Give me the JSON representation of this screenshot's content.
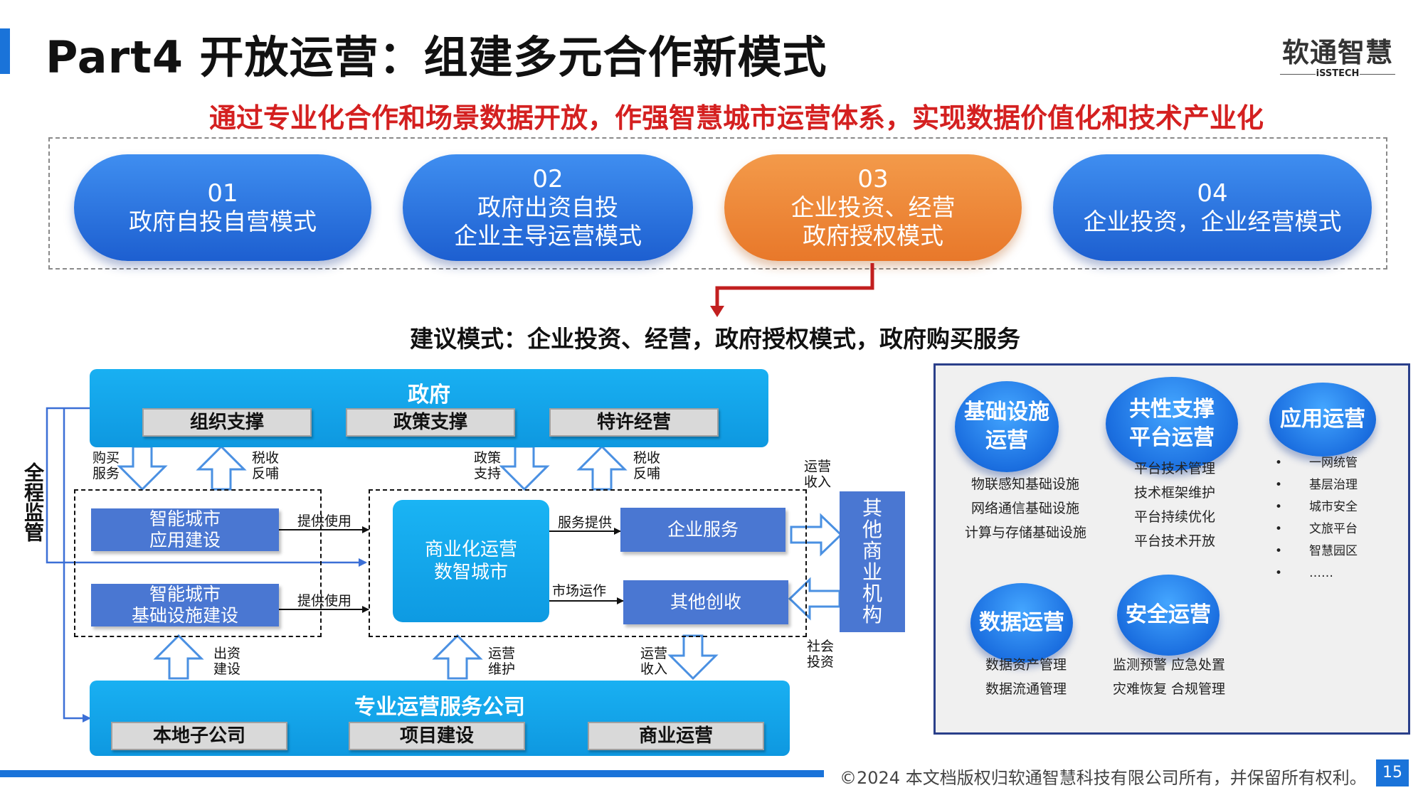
{
  "header": {
    "title": "Part4  开放运营：组建多元合作新模式",
    "logo_main": "软通智慧",
    "logo_sub": "iSSTECH",
    "subtitle": "通过专业化合作和场景数据开放，作强智慧城市运营体系，实现数据价值化和技术产业化"
  },
  "modes": [
    {
      "num": "01",
      "lines": [
        "政府自投自营模式"
      ]
    },
    {
      "num": "02",
      "lines": [
        "政府出资自投",
        "企业主导运营模式"
      ]
    },
    {
      "num": "03",
      "lines": [
        "企业投资、经营",
        "政府授权模式"
      ]
    },
    {
      "num": "04",
      "lines": [
        "企业投资，企业经营模式"
      ]
    }
  ],
  "recommendation": "建议模式：企业投资、经营，政府授权模式，政府购买服务",
  "diagram": {
    "government": {
      "title": "政府",
      "chips": [
        "组织支撑",
        "政策支撑",
        "特许经营"
      ]
    },
    "supervision": "全程监管",
    "arrow_labels": {
      "buy_service": [
        "购买",
        "服务"
      ],
      "tax_feedback_1": [
        "税收",
        "反哺"
      ],
      "policy_support": [
        "政策",
        "支持"
      ],
      "tax_feedback_2": [
        "税收",
        "反哺"
      ],
      "operating_income_top": [
        "运营",
        "收入"
      ],
      "provide_use_1": "提供使用",
      "provide_use_2": "提供使用",
      "service_provide": "服务提供",
      "market_operate": "市场运作",
      "invest_build": [
        "出资",
        "建设"
      ],
      "ops_maintain": [
        "运营",
        "维护"
      ],
      "operating_income_bottom": [
        "运营",
        "收入"
      ],
      "social_invest": [
        "社会",
        "投资"
      ]
    },
    "left_boxes": [
      [
        "智能城市",
        "应用建设"
      ],
      [
        "智能城市",
        "基础设施建设"
      ]
    ],
    "core": [
      "商业化运营",
      "数智城市"
    ],
    "enterprise_service": "企业服务",
    "other_income": "其他创收",
    "other_business": [
      "其",
      "他",
      "商",
      "业",
      "机",
      "构"
    ],
    "service_company": {
      "title": "专业运营服务公司",
      "chips": [
        "本地子公司",
        "项目建设",
        "商业运营"
      ]
    }
  },
  "panel": {
    "infra": {
      "title": [
        "基础设施",
        "运营"
      ],
      "items": [
        "物联感知基础设施",
        "网络通信基础设施",
        "计算与存储基础设施"
      ]
    },
    "platform": {
      "title": [
        "共性支撑",
        "平台运营"
      ],
      "items": [
        "平台技术管理",
        "技术框架维护",
        "平台持续优化",
        "平台技术开放"
      ]
    },
    "app": {
      "title": [
        "应用运营"
      ],
      "bullet": "•",
      "items": [
        "一网统管",
        "基层治理",
        "城市安全",
        "文旅平台",
        "智慧园区",
        "……"
      ]
    },
    "data": {
      "title": [
        "数据运营"
      ],
      "items": [
        "数据资产管理",
        "数据流通管理"
      ]
    },
    "security": {
      "title": [
        "安全运营"
      ],
      "items": [
        "监测预警  应急处置",
        "灾难恢复  合规管理"
      ]
    }
  },
  "footer": {
    "copyright": "©2024 本文档版权归软通智慧科技有限公司所有，并保留所有权利。",
    "page": "15"
  }
}
